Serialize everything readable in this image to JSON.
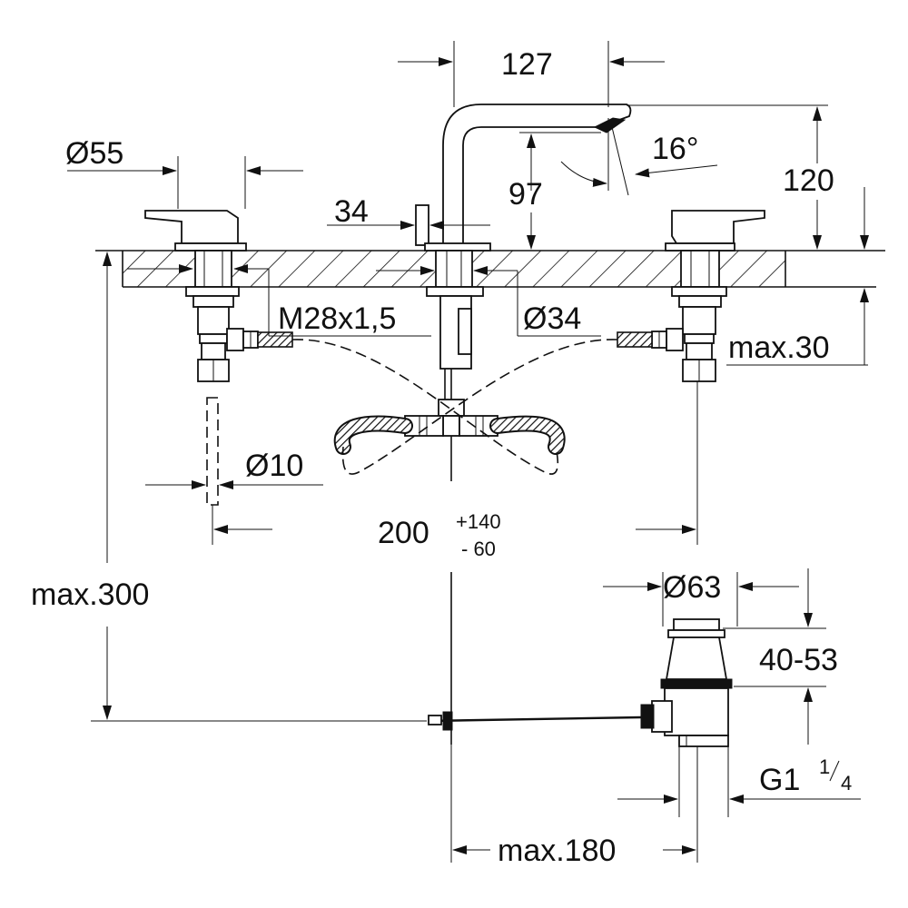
{
  "dimensions": {
    "spout_reach": "127",
    "handle_diameter": "Ø55",
    "spout_angle": "16°",
    "spout_height": "97",
    "total_height": "120",
    "lever_offset": "34",
    "spout_thread": "M28x1,5",
    "spout_body_diameter": "Ø34",
    "max_deck_thickness": "max.30",
    "hose_diameter": "Ø10",
    "spread_base": "200",
    "spread_plus": "+140",
    "spread_minus": "- 60",
    "max_hose_length": "max.300",
    "drain_diameter": "Ø63",
    "drain_height_range": "40-53",
    "drain_thread_main": "G1",
    "drain_thread_num": "1",
    "drain_thread_den": "4",
    "max_rod_length": "max.180"
  },
  "colors": {
    "line": "#111111",
    "background": "#ffffff"
  }
}
